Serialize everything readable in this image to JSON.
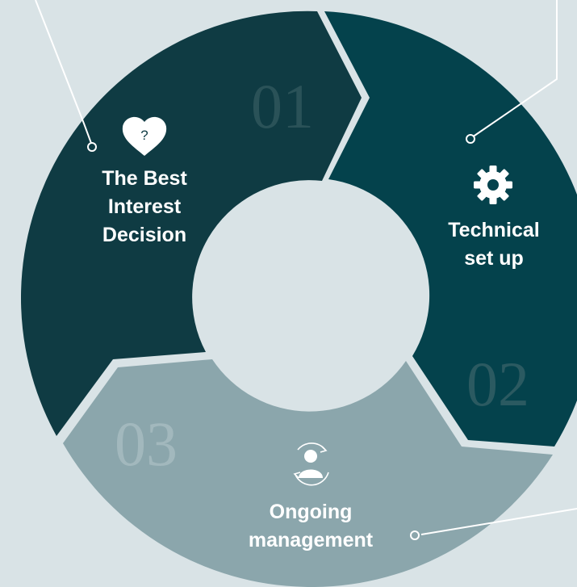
{
  "colors": {
    "background": "#d9e3e6",
    "segment_1": "#0f3b43",
    "segment_2": "#04424c",
    "segment_3": "#8ba6ac",
    "number_1": "#2a5258",
    "number_2": "#2b5a61",
    "number_3": "#a2b8bd",
    "label": "#ffffff",
    "connector": "#ffffff"
  },
  "segments": [
    {
      "number": "01",
      "label": "The Best\nInterest\nDecision",
      "icon": "heart-question-icon"
    },
    {
      "number": "02",
      "label": "Technical\nset up",
      "icon": "gear-icon"
    },
    {
      "number": "03",
      "label": "Ongoing\nmanagement",
      "icon": "user-cycle-icon"
    }
  ]
}
